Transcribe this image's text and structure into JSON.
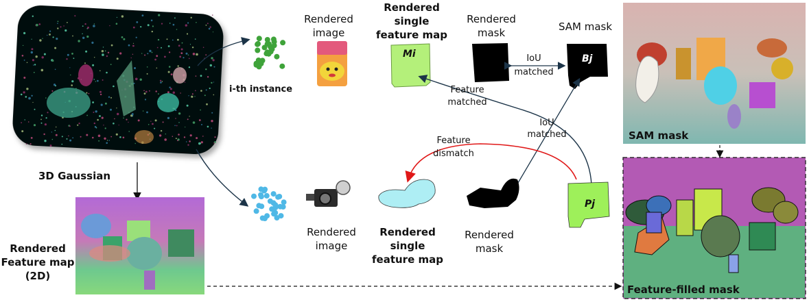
{
  "left": {
    "gaussian_label": "3D Gaussian",
    "feature_map_label": [
      "Rendered",
      "Feature map",
      "(2D)"
    ]
  },
  "top_row": {
    "instance_label": "i-th instance",
    "rendered_image": [
      "Rendered",
      "image"
    ],
    "rendered_feature": [
      "Rendered",
      "single",
      "feature map"
    ],
    "feature_symbol": "Mi",
    "rendered_mask": [
      "Rendered",
      "mask"
    ],
    "sam_mask": "SAM mask",
    "sam_symbol": "Bj",
    "iou_matched": [
      "IoU",
      "matched"
    ],
    "feature_matched": [
      "Feature",
      "matched"
    ]
  },
  "bottom_row": {
    "rendered_image": [
      "Rendered",
      "image"
    ],
    "rendered_feature": [
      "Rendered",
      "single",
      "feature map"
    ],
    "rendered_mask": [
      "Rendered",
      "mask"
    ],
    "pj_symbol": "Pj",
    "feature_dismatch": [
      "Feature",
      "dismatch"
    ],
    "iou_matched": [
      "IoU",
      "matched"
    ]
  },
  "right": {
    "sam_mask_label": "SAM mask",
    "feature_filled_label": "Feature-filled mask"
  },
  "colors": {
    "point_green": "#3fa33a",
    "point_blue": "#4fb8e6",
    "feature_green": "#b4f07a",
    "pj_green": "#9ef05a",
    "dark_arrow": "#1c3448",
    "red_arrow": "#e01818",
    "bg_magenta": "#b35ab4"
  }
}
